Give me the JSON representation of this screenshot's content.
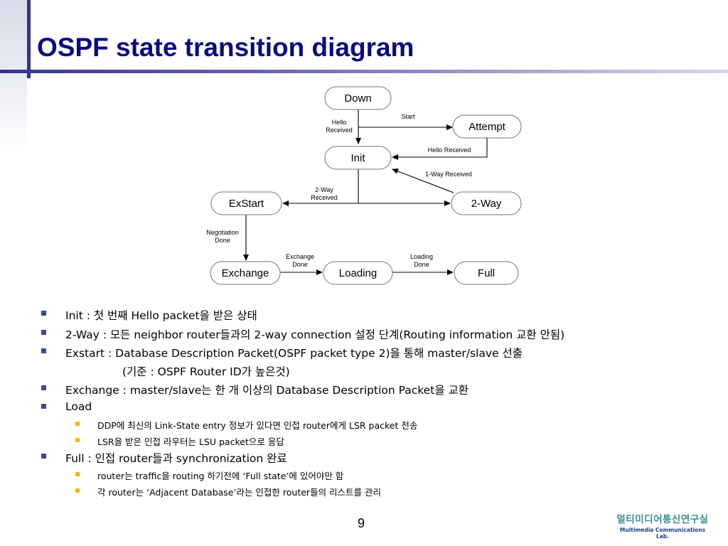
{
  "slide": {
    "title": "OSPF state transition diagram",
    "page_number": "9"
  },
  "diagram": {
    "nodes": {
      "down": "Down",
      "attempt": "Attempt",
      "init": "Init",
      "exstart": "ExStart",
      "two_way": "2-Way",
      "exchange": "Exchange",
      "loading": "Loading",
      "full": "Full"
    },
    "edges": {
      "hello_received_1": "Hello",
      "hello_received_2": "Received",
      "start": "Start",
      "hello_received": "Hello Received",
      "one_way_received": "1-Way Received",
      "two_way_received_1": "2-Way",
      "two_way_received_2": "Received",
      "negotiation_done_1": "Negotiation",
      "negotiation_done_2": "Done",
      "exchange_done_1": "Exchange",
      "exchange_done_2": "Done",
      "loading_done_1": "Loading",
      "loading_done_2": "Done"
    }
  },
  "bullets": [
    {
      "text": "Init : 첫 번째 Hello packet을 받은 상태"
    },
    {
      "text": "2-Way : 모든 neighbor router들과의 2-way connection 설정 단계(Routing information 교환 안됨)"
    },
    {
      "text": "Exstart : Database Description Packet(OSPF packet type 2)을 통해 master/slave 선출"
    },
    {
      "continuation": "(기준 : OSPF Router ID가 높은것)"
    },
    {
      "text": "Exchange : master/slave는 한 개 이상의 Database Description Packet을 교환"
    },
    {
      "text": "Load",
      "sub": [
        "DDP에 최신의 Link-State entry 정보가 있다면 인접 router에게 LSR packet 전송",
        "LSR을 받은 인접 라우터는 LSU packet으로 응답"
      ]
    },
    {
      "text": "Full : 인접 router들과 synchronization 완료",
      "sub": [
        "router는 traffic을 routing 하기전에 ‘Full state’에 있어야만 함",
        "각 router는 ‘Adjacent Database’라는 인접한 router들의 리스트를 관리"
      ]
    }
  ],
  "logo": {
    "korean": "멀티미디어통신연구실",
    "english": "Multimedia Communications Lab."
  },
  "colors": {
    "title": "#0a0a80",
    "accent_bar": "#34348c",
    "bullet_level1": "#3a4a9a",
    "bullet_level2": "#f4b31a",
    "logo_korean": "#3e8a8e",
    "logo_english": "#1c3f8a"
  }
}
